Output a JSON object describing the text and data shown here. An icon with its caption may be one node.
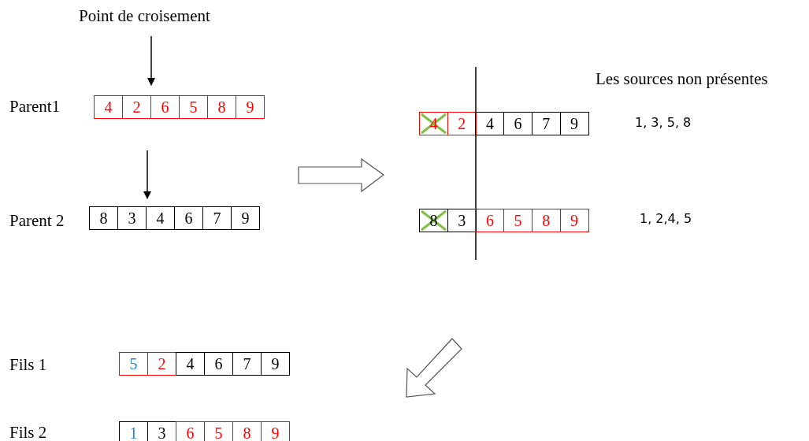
{
  "diagram": {
    "nodes": [
      {
        "text": [
          "4"
        ]
      },
      {
        "text": [
          "2"
        ]
      },
      {
        "text": [
          "6"
        ]
      },
      {
        "text": [
          "5"
        ]
      },
      {
        "text": [
          "8"
        ]
      },
      {
        "text": [
          "9"
        ]
      },
      {
        "text": [
          "8"
        ]
      },
      {
        "text": [
          "3"
        ]
      },
      {
        "text": [
          "4"
        ]
      },
      {
        "text": [
          "6"
        ]
      },
      {
        "text": [
          "7"
        ]
      },
      {
        "text": [
          "9"
        ]
      },
      {
        "text": [
          "4"
        ]
      },
      {
        "text": [
          "2"
        ]
      },
      {
        "text": [
          "4"
        ]
      },
      {
        "text": [
          "6"
        ]
      },
      {
        "text": [
          "7"
        ]
      },
      {
        "text": [
          "9"
        ]
      },
      {
        "text": [
          "8"
        ]
      },
      {
        "text": [
          "3"
        ]
      },
      {
        "text": [
          "6"
        ]
      },
      {
        "text": [
          "5"
        ]
      },
      {
        "text": [
          "8"
        ]
      },
      {
        "text": [
          "9"
        ]
      },
      {
        "text": [
          "5"
        ]
      },
      {
        "text": [
          "2"
        ]
      },
      {
        "text": [
          "4"
        ]
      },
      {
        "text": [
          "6"
        ]
      },
      {
        "text": [
          "7"
        ]
      },
      {
        "text": [
          "9"
        ]
      },
      {
        "text": [
          "1"
        ]
      },
      {
        "text": [
          "3"
        ]
      },
      {
        "text": [
          "6"
        ]
      },
      {
        "text": [
          "5"
        ]
      },
      {
        "text": [
          "8"
        ]
      },
      {
        "text": [
          "9"
        ]
      }
    ],
    "labels": [
      "Point de croisement",
      "Parent1",
      "Parent 2",
      "Les sources non présentes",
      "1, 3, 5, 8",
      "1, 2,4, 5",
      "Fils 1",
      "Fils 2"
    ]
  }
}
